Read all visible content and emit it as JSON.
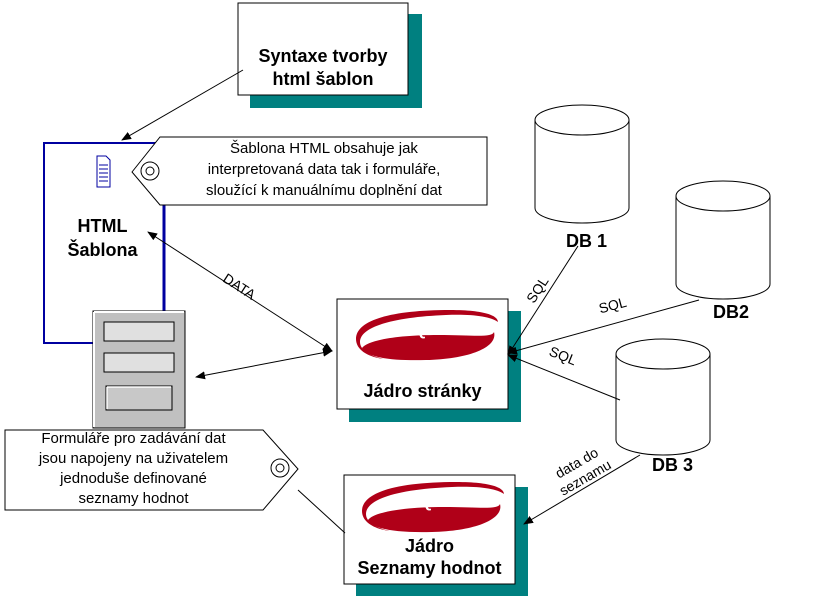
{
  "syntax_box": {
    "line1": "Syntaxe tvorby",
    "line2": "html šablon"
  },
  "html_template": {
    "line1": "HTML",
    "line2": "Šablona"
  },
  "template_tag": {
    "line1": "Šablona HTML obsahuje jak",
    "line2": "interpretovaná data tak i formuláře,",
    "line3": "sloužící k manuálnímu doplnění dat"
  },
  "form_tag": {
    "line1": "Formuláře pro zadávání dat",
    "line2": "jsou napojeny na uživatelem",
    "line3": "jednoduše definované",
    "line4": "seznamy hodnot"
  },
  "core_box": {
    "logo": "SQL",
    "label": "Jádro stránky"
  },
  "list_box": {
    "logo": "SQL",
    "line1": "Jádro",
    "line2": "Seznamy hodnot"
  },
  "databases": {
    "db1": "DB 1",
    "db2": "DB2",
    "db3": "DB 3"
  },
  "connections": {
    "data": "DATA",
    "sql1": "SQL",
    "sql2": "SQL",
    "sql3": "SQL",
    "list_data_line1": "data do",
    "list_data_line2": "seznamu"
  },
  "colors": {
    "shadow": "#008080",
    "logo_red": "#b00018",
    "template_border": "#0000a0",
    "form_gray": "#c0c0c0"
  },
  "icons": [
    "document-icon",
    "tag-ring-icon",
    "form-window-icon",
    "sql-logo-icon",
    "database-cylinder-icon"
  ]
}
